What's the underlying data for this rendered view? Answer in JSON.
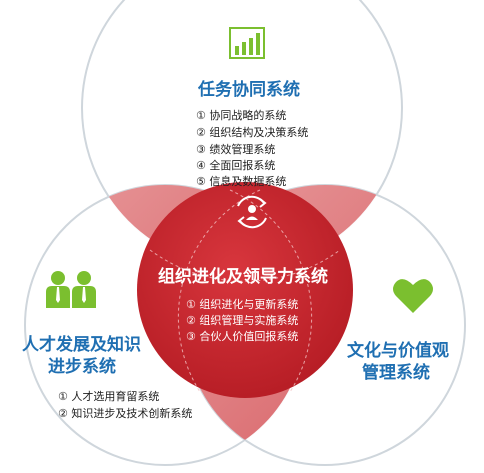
{
  "top_circle": {
    "title": "任务协同系统",
    "items": [
      "① 协同战略的系统",
      "② 组织结构及决策系统",
      "③ 绩效管理系统",
      "④ 全面回报系统",
      "⑤ 信息及数据系统"
    ]
  },
  "left_circle": {
    "title_line1": "人才发展及知识",
    "title_line2": "进步系统",
    "items": [
      "① 人才选用育留系统",
      "② 知识进步及技术创新系统"
    ]
  },
  "right_circle": {
    "title_line1": "文化与价值观",
    "title_line2": "管理系统"
  },
  "center": {
    "title": "组织进化及领导力系统",
    "items": [
      "① 组织进化与更新系统",
      "② 组织管理与实施系统",
      "③ 合伙人价值回报系统"
    ]
  },
  "colors": {
    "blue": "#1f6fb2",
    "green": "#7bbf2f",
    "red": "#c8242b",
    "pink": "#e07a7d",
    "circle_border": "#cfd6dc"
  },
  "icons": [
    "bar-chart-icon",
    "people-icon",
    "heart-icon",
    "refresh-person-icon"
  ]
}
